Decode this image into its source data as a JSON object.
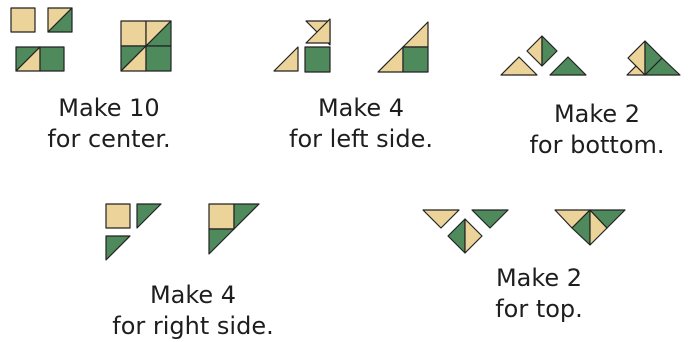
{
  "palette": {
    "tan": "#ebd39a",
    "green": "#4f8a5d",
    "outline": "#222222"
  },
  "units": [
    {
      "id": "center",
      "line1": "Make 10",
      "line2": "for center."
    },
    {
      "id": "left",
      "line1": "Make 4",
      "line2": "for left side."
    },
    {
      "id": "bottom",
      "line1": "Make 2",
      "line2": "for bottom."
    },
    {
      "id": "right",
      "line1": "Make 4",
      "line2": "for right side."
    },
    {
      "id": "top",
      "line1": "Make 2",
      "line2": "for top."
    }
  ]
}
